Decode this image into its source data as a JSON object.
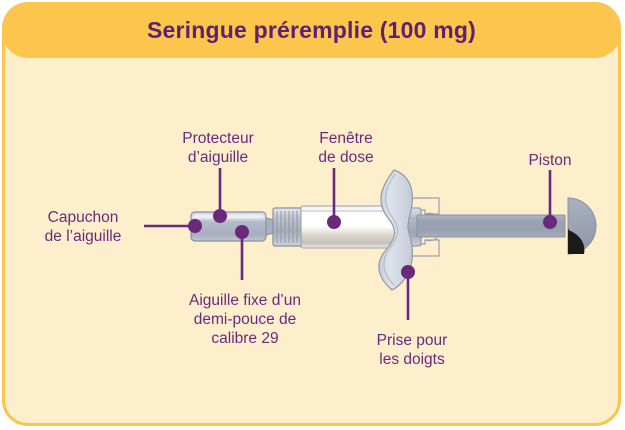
{
  "header": {
    "title": "Seringue préremplie (100 mg)",
    "background_color": "#FCC54C",
    "text_color": "#5E2170"
  },
  "card": {
    "background_color": "#FDEECC",
    "border_color": "#FBC44D"
  },
  "diagram": {
    "subject": "prefilled-syringe",
    "accent_color": "#6A2A7C",
    "device_body_color": "#AEB6C6",
    "device_outline_color": "#8A90A2",
    "labels": [
      {
        "id": "capuchon",
        "text": "Capuchon\nde l’aiguille",
        "leader": "horizontal-right",
        "target": "needle-cap-tip"
      },
      {
        "id": "protecteur",
        "text": "Protecteur\nd’aiguille",
        "leader": "vertical-down",
        "target": "needle-shield"
      },
      {
        "id": "fenetre",
        "text": "Fenêtre\nde dose",
        "leader": "vertical-down",
        "target": "dose-window"
      },
      {
        "id": "piston",
        "text": "Piston",
        "leader": "vertical-down",
        "target": "plunger-rod"
      },
      {
        "id": "aiguille",
        "text": "Aiguille fixe d’un\ndemi-pouce de\ncalibre 29",
        "leader": "vertical-up",
        "target": "fixed-needle"
      },
      {
        "id": "prise",
        "text": "Prise pour\nles doigts",
        "leader": "vertical-up",
        "target": "finger-grip"
      }
    ]
  }
}
